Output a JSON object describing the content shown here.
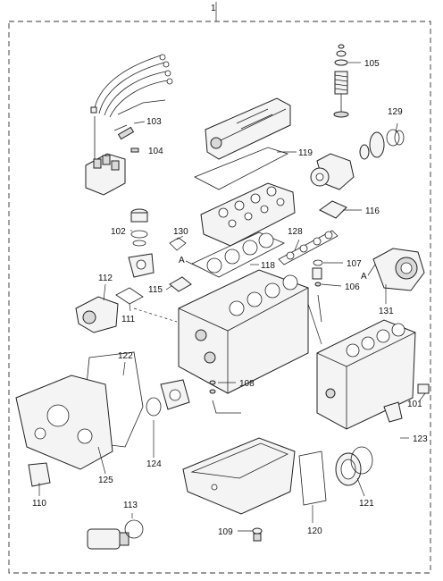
{
  "diagram": {
    "assembly_label": "1",
    "callouts": [
      {
        "id": "c105",
        "text": "105"
      },
      {
        "id": "c103",
        "text": "103"
      },
      {
        "id": "c104",
        "text": "104"
      },
      {
        "id": "c129",
        "text": "129"
      },
      {
        "id": "c119",
        "text": "119"
      },
      {
        "id": "c116",
        "text": "116"
      },
      {
        "id": "c102",
        "text": "102"
      },
      {
        "id": "c130",
        "text": "130"
      },
      {
        "id": "c128",
        "text": "128"
      },
      {
        "id": "c118",
        "text": "118"
      },
      {
        "id": "c107",
        "text": "107"
      },
      {
        "id": "c106",
        "text": "106"
      },
      {
        "id": "c112",
        "text": "112"
      },
      {
        "id": "c115",
        "text": "115"
      },
      {
        "id": "c111",
        "text": "111"
      },
      {
        "id": "c131",
        "text": "131"
      },
      {
        "id": "c122",
        "text": "122"
      },
      {
        "id": "c108",
        "text": "108"
      },
      {
        "id": "c101",
        "text": "101"
      },
      {
        "id": "c123",
        "text": "123"
      },
      {
        "id": "c124",
        "text": "124"
      },
      {
        "id": "c125",
        "text": "125"
      },
      {
        "id": "c110",
        "text": "110"
      },
      {
        "id": "c121",
        "text": "121"
      },
      {
        "id": "c113",
        "text": "113"
      },
      {
        "id": "c109",
        "text": "109"
      },
      {
        "id": "c120",
        "text": "120"
      }
    ],
    "reference_marks": {
      "a1": "A",
      "a2": "A"
    }
  }
}
